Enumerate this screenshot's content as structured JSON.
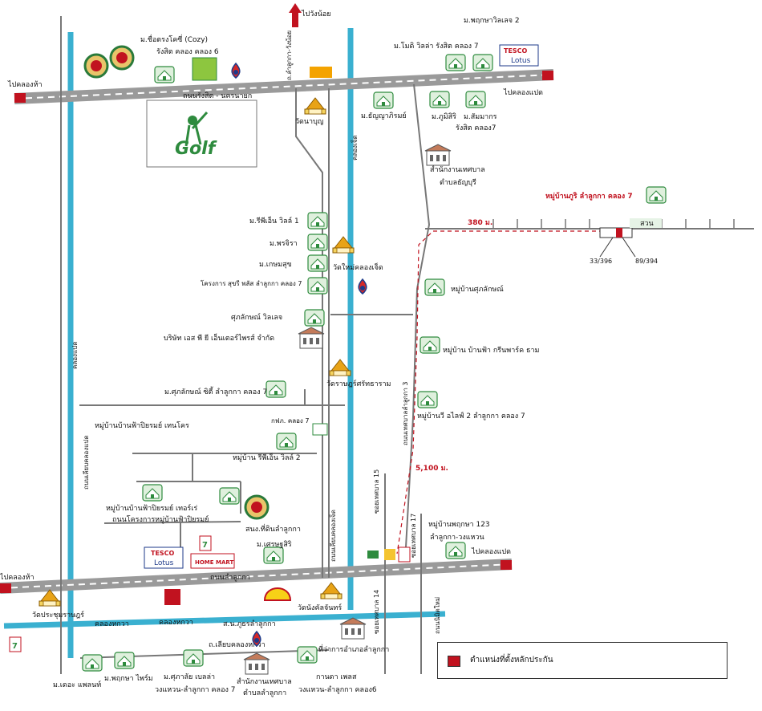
{
  "roads": {
    "top_main": "ถนนรังสิต - นครนายก",
    "bottom_main": "ถนนลำลูกกา",
    "hatlaw": "คลองหกวา",
    "hatlaw2": "คลองหกวา",
    "liab_hatlaw": "ถ.เลียบคลองหกวา",
    "liab_khlongchet": "ถนนเลียบคลองเจ็ด",
    "liab_khlongpaet": "ถนนเลียบคลองแปด",
    "khlongpaet_road": "คลองแปด",
    "khlongchet_road": "คลองเจ็ด",
    "lamlukka_wangnoi": "ถ.ลำลูกกา-วังน้อย",
    "phiyarom_proj": "ถนนโครงการหมู่บ้านฟ้าปิยรมย์",
    "tessaban3": "ถนนเทศบาลลำลูกกา 3",
    "soi15": "ซอยเทศบาล 15",
    "soi17": "ซอยเทศบาล 17",
    "soi14": "ซอยเทศบาล 14",
    "nimit_mai": "ถนนนิมิตใหม่"
  },
  "directions": {
    "to_wangnoi": "ไปวังน้อย",
    "to_khlong5_top": "ไปคลองห้า",
    "to_khlong8_top": "ไปคลองแปด",
    "to_khlong5_bottom": "ไปคลองห้า",
    "to_khlong8_bottom": "ไปคลองแปด"
  },
  "places": {
    "cozy": "ม.ชื่อตรงโคซี่ (Cozy)",
    "cozy2": "รังสิต คลอง คลอง 6",
    "tesco_top": "TESCO",
    "lotus_top": "Lotus",
    "pruksa2": "ม.พฤกษาวิลเลจ 2",
    "modi": "ม.โมดิ วิลล่า รังสิต คลอง 7",
    "phumisiri": "ม.ภูมิสิริ",
    "sammakorn": "ม.สัมมากร",
    "sammakorn2": "รังสิต คลอง7",
    "wat_naboon": "วัดนาบุญ",
    "thanya": "ม.ธัญญาภิรมย์",
    "tessaban_office": "สำนักงานเทศบาล",
    "tessaban_office2": "ตำบลธัญบุรี",
    "golf": "Golf",
    "mooban_puri": "หมู่บ้านภูริ ลำลูกกา คลอง 7",
    "dist_380": "380 ม.",
    "suan": "สวน",
    "lot1": "33/396",
    "lot2": "89/394",
    "rpn1": "ม.รีพีเอ็น วิลล์ 1",
    "pornchira": "ม.พรจิรา",
    "kasemsuk": "ม.เกษมสุข",
    "sukree": "โครงการ สุขรี พลัส ลำลูกกา คลอง 7",
    "wat_mai": "วัดใหม่คลองเจ็ด",
    "supalai_village": "หมู่บ้านศุภลักษณ์",
    "supalai_ville": "ศุภลักษณ์ วิลเลจ",
    "sp_company": "บริษัท เอส พี ยี เอ็นเตอร์ไพรส์ จำกัด",
    "baanfah": "หมู่บ้าน บ้านฟ้า กรีนพาร์ค ธาม",
    "wat_rat": "วัดราษฎร์ศรัทธาราม",
    "supalai_city": "ม.ศุภลักษณ์ ซิตี้ ลำลูกกา คลอง 7",
    "wealth2": "หมู่บ้านวี อไลฟ์ 2 ลำลูกกา คลอง 7",
    "fah_thanakorn": "หมู่บ้านบ้านฟ้าปิยรมย์ เทนโคร",
    "ktk": "กฟภ. คลอง 7",
    "rpn2": "หมู่บ้าน รีพีเอ็น วิลล์ 2",
    "dist_5100": "5,100 ม.",
    "fah_terrace": "หมู่บ้านบ้านฟ้าปิยรมย์ เทอร์เร่",
    "police": "สนง.ที่ดินลำลูกกา",
    "pruksa123": "หมู่บ้านพฤกษา 123",
    "pruksa123b": "ลำลูกกา-วงแหวน",
    "setthasiri": "ม.เศรษฐสิริ",
    "tesco_bottom": "TESCO",
    "lotus_bottom": "Lotus",
    "homemart": "HOME MART",
    "wat_prachum": "วัดประชุมราษฎร์",
    "wat_nangkhon": "วัดนังคัลจันทร์",
    "sao_phumi": "ส.น.ภูธรลำลูกกา",
    "district_office": "ที่ว่าการอำเภอลำลูกกา",
    "tessaban_lamlukka": "สำนักงานเทศบาล",
    "tessaban_lamlukka2": "ตำบลลำลูกกา",
    "the_palm": "ม.เดอะ แพลนท์",
    "pruksa_prime": "ม.พฤกษา ไพร์ม",
    "supalai_bella": "ม.ศุภาลัย เบลล่า",
    "supalai_bella2": "วงแหวน-ลำลูกกา คลอง 7",
    "kanda": "กานดา เพลส",
    "kanda2": "วงแหวน-ลำลูกกา คลอง6",
    "seven": "7"
  },
  "legend": {
    "label": "ตำแหน่งที่ตั้งหลักประกัน"
  },
  "colors": {
    "canal": "#3ab0d0",
    "road": "#9a9a9a",
    "marker": "#c1121f",
    "house": "#2e8b3e"
  }
}
